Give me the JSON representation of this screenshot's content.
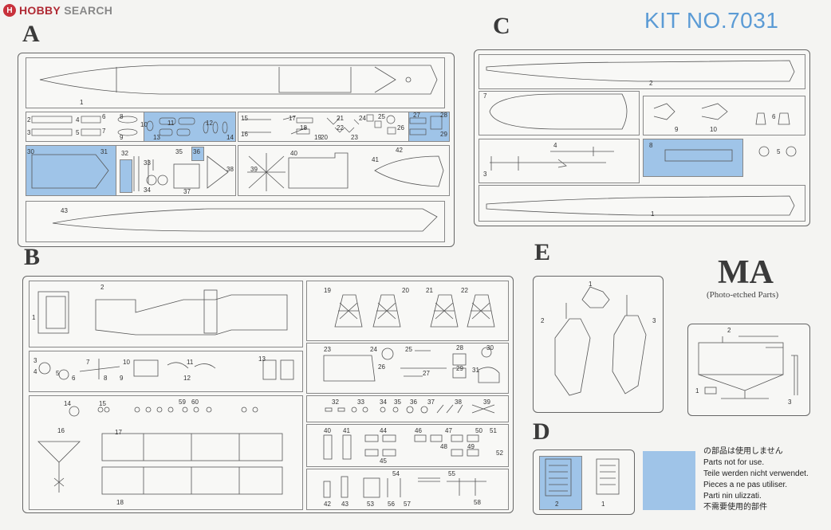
{
  "header": {
    "logo_badge": "H",
    "logo_text_a": "HOBBY",
    "logo_text_b": " SEARCH",
    "kit_number": "KIT NO.7031"
  },
  "sections": {
    "a": "A",
    "b": "B",
    "c": "C",
    "d": "D",
    "e": "E",
    "ma": "MA",
    "ma_subtitle": "(Photo-etched Parts)"
  },
  "legend": {
    "lines": [
      "の部品は使用しません",
      "Parts not for use.",
      "Teile werden nicht verwendet.",
      "Pieces a ne pas utiliser.",
      "Parti nin ulizzati.",
      "不需要使用的部件"
    ]
  },
  "colors": {
    "unused_parts": "#9fc4e8",
    "kit_number": "#5b9bd5",
    "logo": "#b02a34"
  },
  "parts_a": [
    "1",
    "2",
    "3",
    "4",
    "5",
    "6",
    "7",
    "8",
    "9",
    "10",
    "11",
    "12",
    "13",
    "14",
    "15",
    "16",
    "17",
    "18",
    "19",
    "20",
    "21",
    "22",
    "23",
    "24",
    "25",
    "26",
    "27",
    "28",
    "29",
    "30",
    "31",
    "32",
    "33",
    "34",
    "35",
    "36",
    "37",
    "38",
    "39",
    "40",
    "41",
    "42",
    "43"
  ],
  "parts_b": [
    "1",
    "2",
    "3",
    "4",
    "5",
    "6",
    "7",
    "8",
    "9",
    "10",
    "11",
    "12",
    "13",
    "14",
    "15",
    "16",
    "17",
    "18",
    "19",
    "20",
    "21",
    "22",
    "23",
    "24",
    "25",
    "26",
    "27",
    "28",
    "29",
    "30",
    "31",
    "32",
    "33",
    "34",
    "35",
    "36",
    "37",
    "38",
    "39",
    "40",
    "41",
    "42",
    "43",
    "44",
    "45",
    "46",
    "47",
    "48",
    "49",
    "50",
    "51",
    "52",
    "53",
    "54",
    "55",
    "56",
    "57",
    "58",
    "59",
    "60"
  ],
  "parts_c": [
    "1",
    "2",
    "3",
    "4",
    "5",
    "6",
    "7",
    "8",
    "9",
    "10"
  ],
  "parts_d": [
    "1",
    "2"
  ],
  "parts_e": [
    "1",
    "2",
    "3"
  ],
  "parts_ma": [
    "1",
    "2",
    "3"
  ]
}
